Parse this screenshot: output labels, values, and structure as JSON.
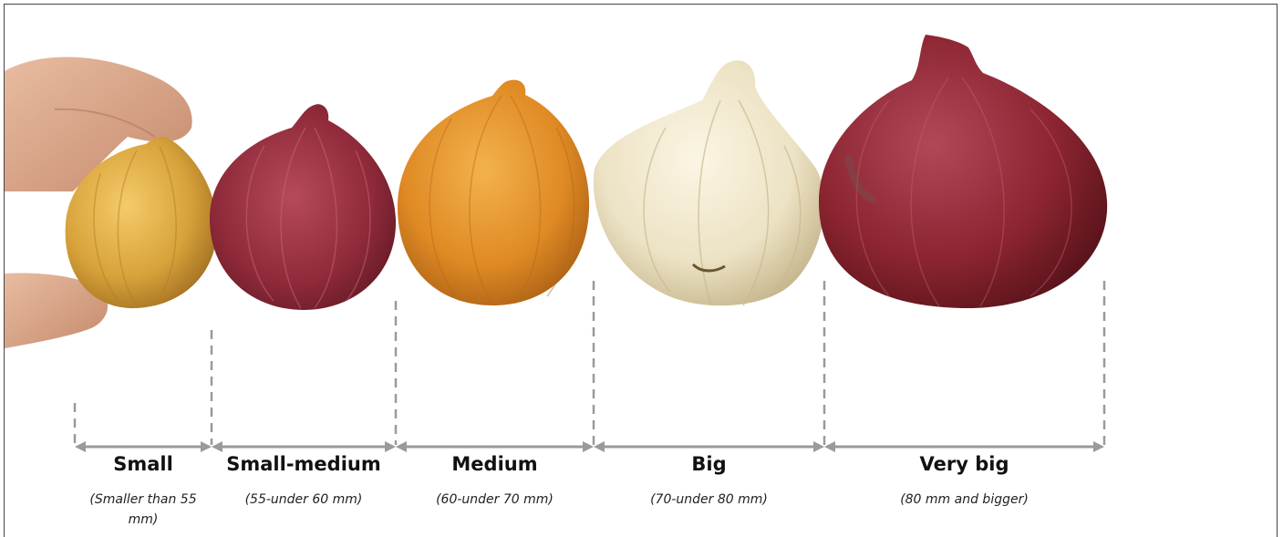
{
  "figure": {
    "categories": [
      {
        "name": "Small",
        "range": "(Smaller than 55 mm)"
      },
      {
        "name": "Small-medium",
        "range": "(55-under 60 mm)"
      },
      {
        "name": "Medium",
        "range": "(60-under 70 mm)"
      },
      {
        "name": "Big",
        "range": "(70-under 80 mm)"
      },
      {
        "name": "Very big",
        "range": "(80 mm and bigger)"
      }
    ],
    "colors": {
      "yellow_onion": "#d8a23a",
      "red_onion": "#8f2a3a",
      "orange_onion": "#df8a24",
      "white_onion": "#ece2c4",
      "dark_red_onion": "#8c2531",
      "arrow_gray": "#9a9a9a",
      "skin": "#dba88b"
    }
  }
}
